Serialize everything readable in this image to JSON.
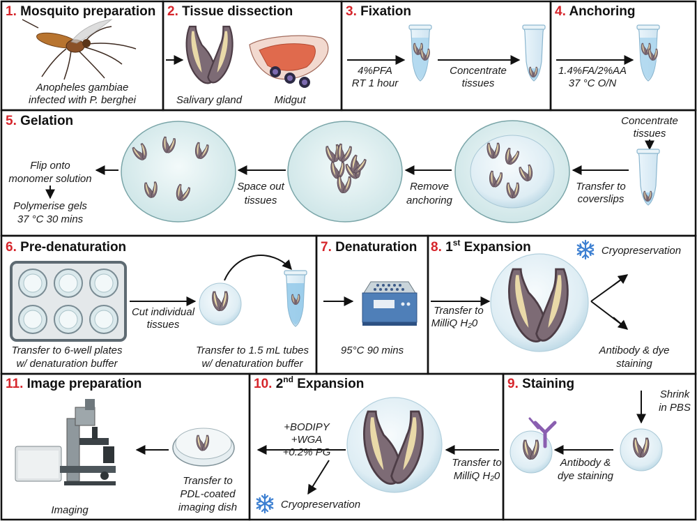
{
  "panels": {
    "p1": {
      "num": "1.",
      "title": "Mosquito preparation"
    },
    "p2": {
      "num": "2.",
      "title": "Tissue dissection"
    },
    "p3": {
      "num": "3.",
      "title": "Fixation"
    },
    "p4": {
      "num": "4.",
      "title": "Anchoring"
    },
    "p5": {
      "num": "5.",
      "title": "Gelation"
    },
    "p6": {
      "num": "6.",
      "title": "Pre-denaturation"
    },
    "p7": {
      "num": "7.",
      "title": "Denaturation"
    },
    "p8": {
      "num": "8.",
      "title_a": "1",
      "title_sup": "st",
      "title_b": " Expansion"
    },
    "p9": {
      "num": "9.",
      "title": "Staining"
    },
    "p10": {
      "num": "10.",
      "title_a": "2",
      "title_sup": "nd",
      "title_b": " Expansion"
    },
    "p11": {
      "num": "11.",
      "title": "Image preparation"
    }
  },
  "labels": {
    "p1_line1": "Anopheles gambiae",
    "p1_line2": "infected with P. berghei",
    "p2_gland": "Salivary gland",
    "p2_midgut": "Midgut",
    "p3_a1": "4%PFA",
    "p3_a2": "RT 1 hour",
    "p3_b1": "Concentrate",
    "p3_b2": "tissues",
    "p4_a1": "1.4%FA/2%AA",
    "p4_a2": "37 °C O/N",
    "p5_conc1": "Concentrate",
    "p5_conc2": "tissues",
    "p5_trans1": "Transfer to",
    "p5_trans2": "coverslips",
    "p5_remove1": "Remove",
    "p5_remove2": "anchoring",
    "p5_space1": "Space out",
    "p5_space2": "tissues",
    "p5_flip1": "Flip onto",
    "p5_flip2": "monomer solution",
    "p5_poly1": "Polymerise gels",
    "p5_poly2": "37 °C 30 mins",
    "p6_plates1": "Transfer to 6-well plates",
    "p6_plates2": "w/ denaturation buffer",
    "p6_cut1": "Cut individual",
    "p6_cut2": "tissues",
    "p6_tubes1": "Transfer to 1.5 mL tubes",
    "p6_tubes2": "w/ denaturation buffer",
    "p7_cond": "95°C 90 mins",
    "p8_trans1": "Transfer to",
    "p8_trans2": "MilliQ H₂0",
    "p8_cryo": "Cryopreservation",
    "p8_stain1": "Antibody & dye",
    "p8_stain2": "staining",
    "p9_shrink1": "Shrink",
    "p9_shrink2": "in PBS",
    "p9_stain1": "Antibody &",
    "p9_stain2": "dye staining",
    "p10_trans1": "Transfer to",
    "p10_trans2": "MilliQ H₂0",
    "p10_r1": "+BODIPY",
    "p10_r2": "+WGA",
    "p10_r3": "+0.2% PG",
    "p10_cryo": "Cryopreservation",
    "p11_dish1": "Transfer to",
    "p11_dish2": "PDL-coated",
    "p11_dish3": "imaging dish",
    "p11_imaging": "Imaging"
  },
  "icons": [
    "mosquito-icon",
    "salivary-gland-icon",
    "midgut-icon",
    "tube-icon",
    "gel-dish-icon",
    "well-plate-icon",
    "heat-block-icon",
    "snowflake-icon",
    "antibody-icon",
    "petri-dish-icon",
    "microscope-icon"
  ],
  "colors": {
    "step_number": "#d6252b",
    "gland": "#7d6b75",
    "gel": "#d8ecec",
    "antibody": "#8a5fb0"
  }
}
